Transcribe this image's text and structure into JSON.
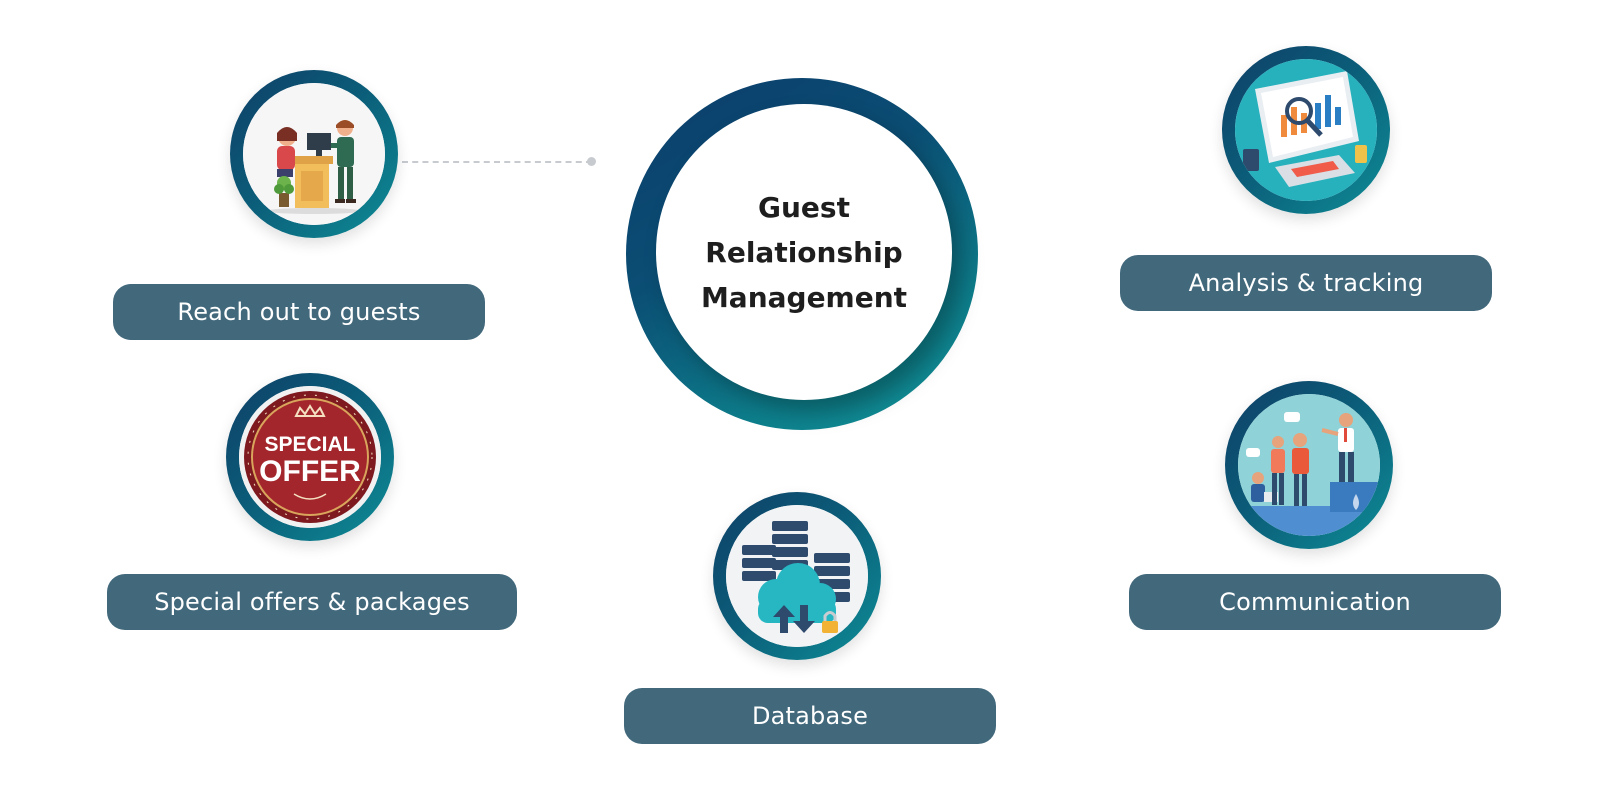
{
  "hub": {
    "line1": "Guest",
    "line2": "Relationship",
    "line3": "Management"
  },
  "nodes": [
    {
      "id": "reach",
      "label": "Reach out to guests",
      "icon": "reception-icon"
    },
    {
      "id": "offers",
      "label": "Special offers & packages",
      "icon": "special-offer-badge-icon",
      "badge_line1": "SPECIAL",
      "badge_line2": "OFFER"
    },
    {
      "id": "database",
      "label": "Database",
      "icon": "cloud-database-icon"
    },
    {
      "id": "analysis",
      "label": "Analysis & tracking",
      "icon": "analytics-dashboard-icon"
    },
    {
      "id": "communication",
      "label": "Communication",
      "icon": "team-communication-icon"
    }
  ],
  "colors": {
    "pill": "#41687b",
    "ring_dark": "#0f3f67",
    "ring_teal": "#0e8d96"
  }
}
